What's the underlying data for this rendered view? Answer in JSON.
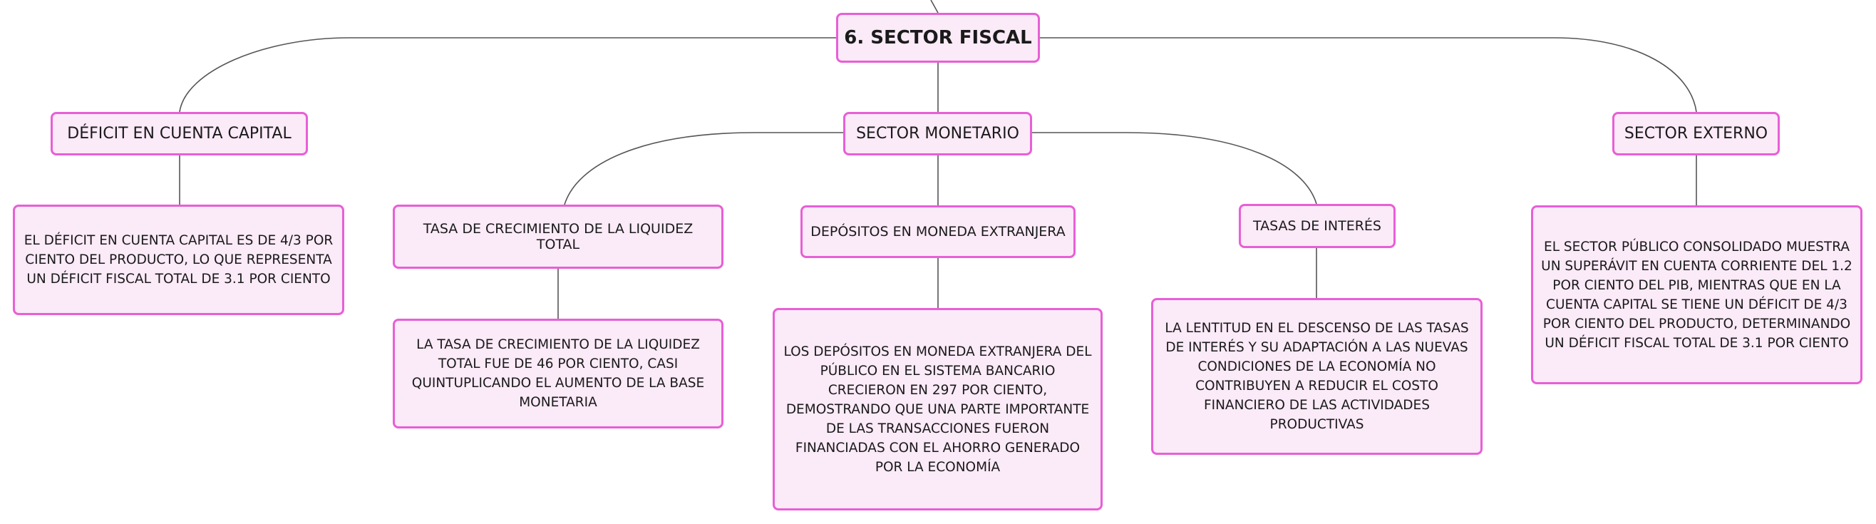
{
  "root": {
    "label": "6. SECTOR FISCAL"
  },
  "branches": {
    "deficit": {
      "label": "DÉFICIT EN CUENTA CAPITAL",
      "detail": "EL DÉFICIT EN CUENTA CAPITAL ES DE 4/3 POR CIENTO DEL PRODUCTO, LO QUE REPRESENTA UN DÉFICIT FISCAL TOTAL DE 3.1 POR CIENTO"
    },
    "monetario": {
      "label": "SECTOR MONETARIO",
      "children": {
        "liquidez": {
          "label": "TASA DE CRECIMIENTO DE LA LIQUIDEZ TOTAL",
          "detail": "LA TASA DE CRECIMIENTO DE LA LIQUIDEZ TOTAL FUE DE 46 POR CIENTO, CASI QUINTUPLICANDO EL AUMENTO DE LA BASE MONETARIA"
        },
        "depositos": {
          "label": "DEPÓSITOS EN MONEDA EXTRANJERA",
          "detail": "LOS DEPÓSITOS EN MONEDA EXTRANJERA DEL PÚBLICO EN EL SISTEMA BANCARIO CRECIERON EN 297 POR CIENTO, DEMOSTRANDO QUE UNA PARTE IMPORTANTE DE LAS TRANSACCIONES FUERON FINANCIADAS CON EL AHORRO GENERADO POR LA ECONOMÍA"
        },
        "tasas": {
          "label": "TASAS DE INTERÉS",
          "detail": "LA LENTITUD EN EL DESCENSO DE LAS TASAS DE INTERÉS Y SU ADAPTACIÓN A LAS NUEVAS CONDICIONES DE LA ECONOMÍA NO CONTRIBUYEN A REDUCIR EL COSTO FINANCIERO DE LAS ACTIVIDADES PRODUCTIVAS"
        }
      }
    },
    "externo": {
      "label": "SECTOR EXTERNO",
      "detail": "EL SECTOR PÚBLICO CONSOLIDADO MUESTRA UN SUPERÁVIT EN CUENTA CORRIENTE DEL 1.2 POR CIENTO DEL PIB, MIENTRAS QUE EN LA CUENTA CAPITAL SE TIENE UN DÉFICIT DE 4/3 POR CIENTO DEL PRODUCTO, DETERMINANDO UN DÉFICIT FISCAL TOTAL DE 3.1 POR CIENTO"
    }
  },
  "colors": {
    "node_border": "#e85fd6",
    "node_fill": "#fbeaf8",
    "connector": "#555555",
    "text": "#1a1a1a"
  }
}
